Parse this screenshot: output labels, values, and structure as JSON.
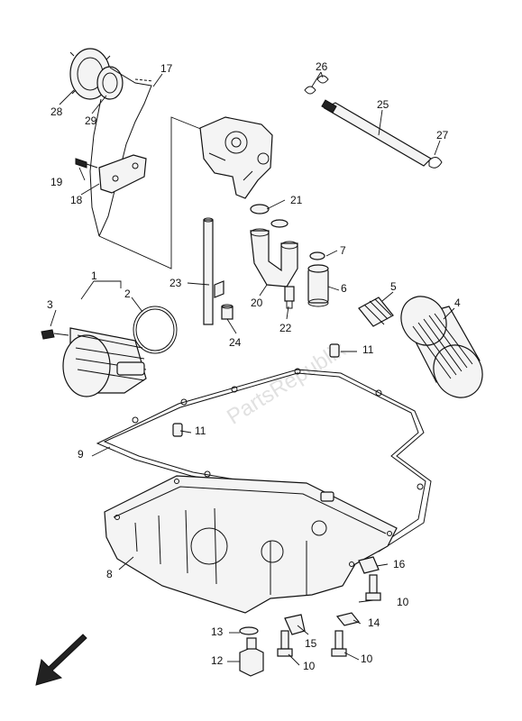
{
  "diagram": {
    "watermark": "PartsRepublik",
    "callouts": [
      {
        "id": "c1",
        "text": "1"
      },
      {
        "id": "c2",
        "text": "2"
      },
      {
        "id": "c3",
        "text": "3"
      },
      {
        "id": "c4",
        "text": "4"
      },
      {
        "id": "c5",
        "text": "5"
      },
      {
        "id": "c6",
        "text": "6"
      },
      {
        "id": "c7",
        "text": "7"
      },
      {
        "id": "c8",
        "text": "8"
      },
      {
        "id": "c9",
        "text": "9"
      },
      {
        "id": "c10a",
        "text": "10"
      },
      {
        "id": "c10b",
        "text": "10"
      },
      {
        "id": "c10c",
        "text": "10"
      },
      {
        "id": "c11a",
        "text": "11"
      },
      {
        "id": "c11b",
        "text": "11"
      },
      {
        "id": "c12",
        "text": "12"
      },
      {
        "id": "c13",
        "text": "13"
      },
      {
        "id": "c14",
        "text": "14"
      },
      {
        "id": "c15",
        "text": "15"
      },
      {
        "id": "c16",
        "text": "16"
      },
      {
        "id": "c17",
        "text": "17"
      },
      {
        "id": "c18",
        "text": "18"
      },
      {
        "id": "c19",
        "text": "19"
      },
      {
        "id": "c20",
        "text": "20"
      },
      {
        "id": "c21",
        "text": "21"
      },
      {
        "id": "c22",
        "text": "22"
      },
      {
        "id": "c23",
        "text": "23"
      },
      {
        "id": "c24",
        "text": "24"
      },
      {
        "id": "c25",
        "text": "25"
      },
      {
        "id": "c26",
        "text": "26"
      },
      {
        "id": "c27",
        "text": "27"
      },
      {
        "id": "c28",
        "text": "28"
      },
      {
        "id": "c29",
        "text": "29"
      }
    ]
  }
}
